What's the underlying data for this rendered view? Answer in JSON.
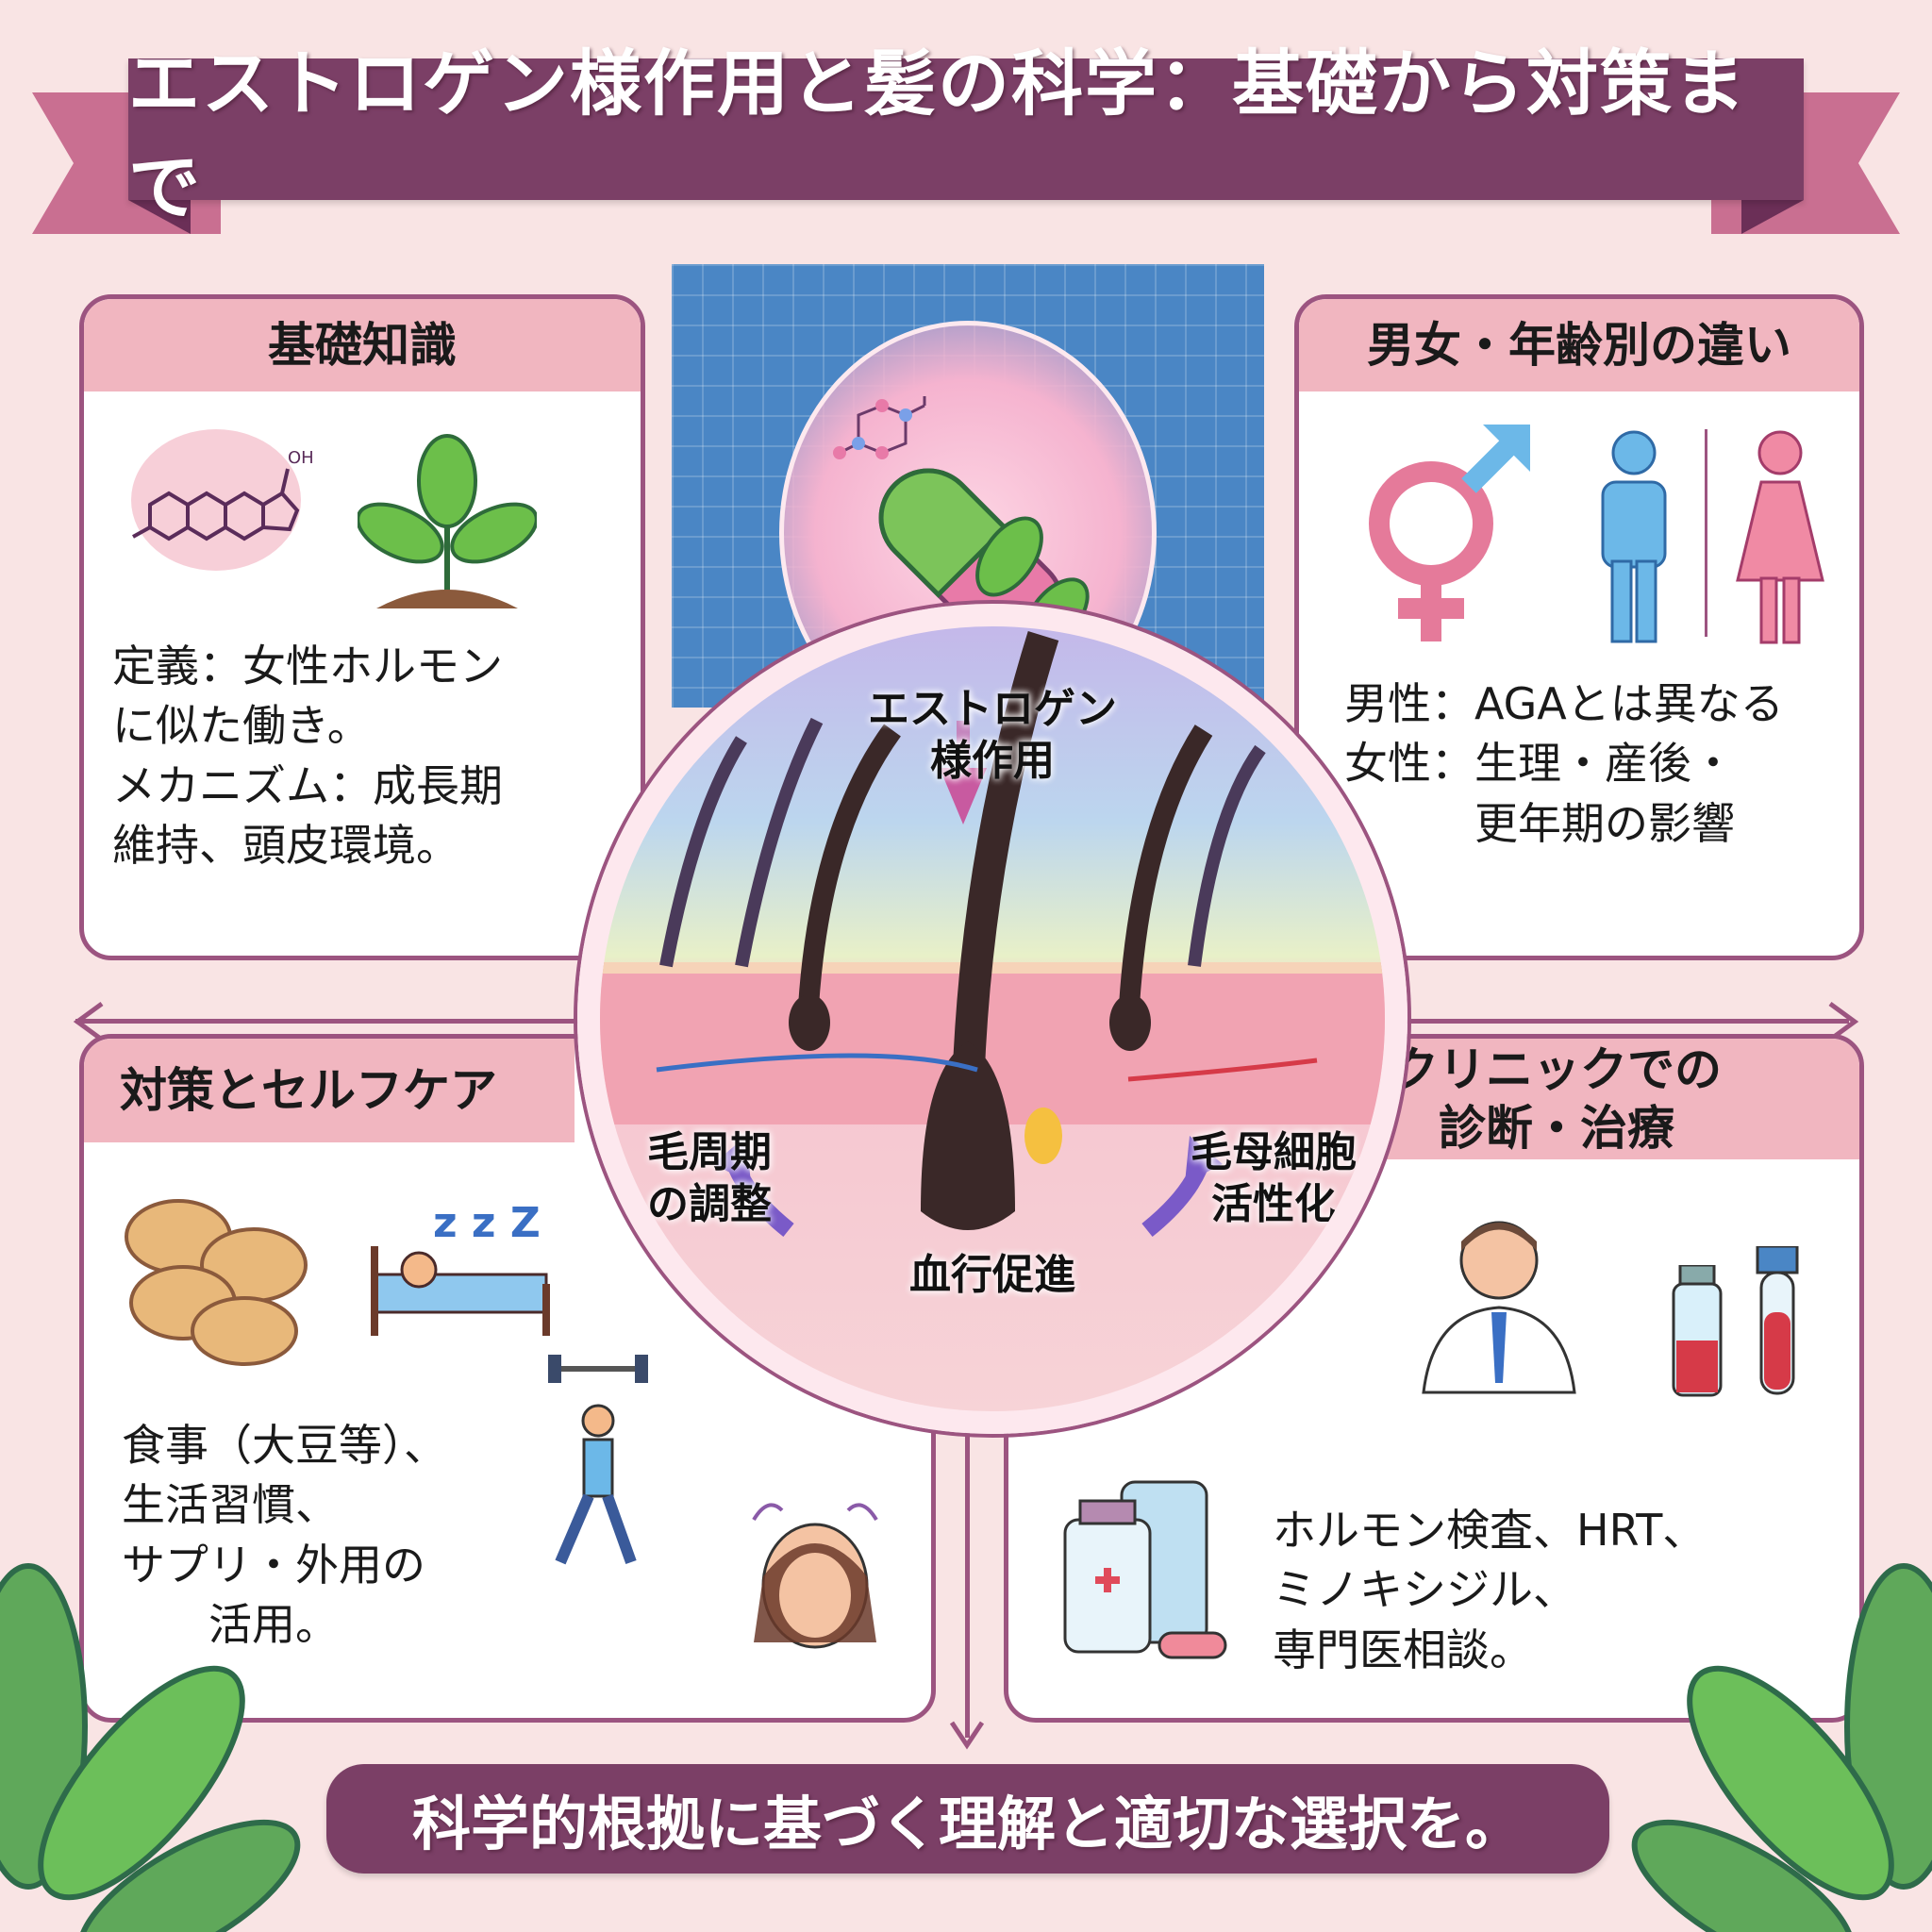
{
  "title": "エストロゲン様作用と髪の科学：基礎から対策まで",
  "center": {
    "label_line1": "エストロゲン",
    "label_line2": "様作用",
    "left_label_line1": "毛周期",
    "left_label_line2": "の調整",
    "right_label_line1": "毛母細胞",
    "right_label_line2": "活性化",
    "bottom_label": "血行促進",
    "icons": [
      "capsule-icon",
      "leaf-icon",
      "molecule-icon",
      "hair-follicle-icon"
    ]
  },
  "panels": {
    "basic": {
      "heading": "基礎知識",
      "lines": [
        "定義：女性ホルモン",
        "に似た働き。",
        "メカニズム：成長期",
        "維持、頭皮環境。"
      ],
      "icons": [
        "estradiol-molecule-icon",
        "sprout-icon"
      ]
    },
    "gender": {
      "heading": "男女・年齢別の違い",
      "lines": [
        "男性：AGAとは異なる",
        "女性：生理・産後・",
        "　　　更年期の影響"
      ],
      "icons": [
        "gender-symbol-icon",
        "male-figure-icon",
        "female-figure-icon"
      ]
    },
    "selfcare": {
      "heading": "対策とセルフケア",
      "lines": [
        "食事（大豆等）、",
        "生活習慣、",
        "サプリ・外用の",
        "　　活用。"
      ],
      "icons": [
        "soybeans-icon",
        "sleep-icon",
        "exercise-icon",
        "scalp-massage-icon"
      ]
    },
    "clinic": {
      "heading_line1": "クリニックでの",
      "heading_line2": "診断・治療",
      "lines": [
        "ホルモン検査、HRT、",
        "ミノキシジル、",
        "専門医相談。"
      ],
      "icons": [
        "doctor-icon",
        "blood-vial-icon",
        "test-tube-icon",
        "medicine-bottles-icon"
      ]
    }
  },
  "footer": "科学的根拠に基づく理解と適切な選択を。",
  "colors": {
    "background": "#f9e4e4",
    "primary_plum": "#7b3f66",
    "ribbon_pink": "#c96f91",
    "panel_header": "#f1b6c0",
    "border": "#9c5480",
    "blueprint": "#4a86c5"
  }
}
